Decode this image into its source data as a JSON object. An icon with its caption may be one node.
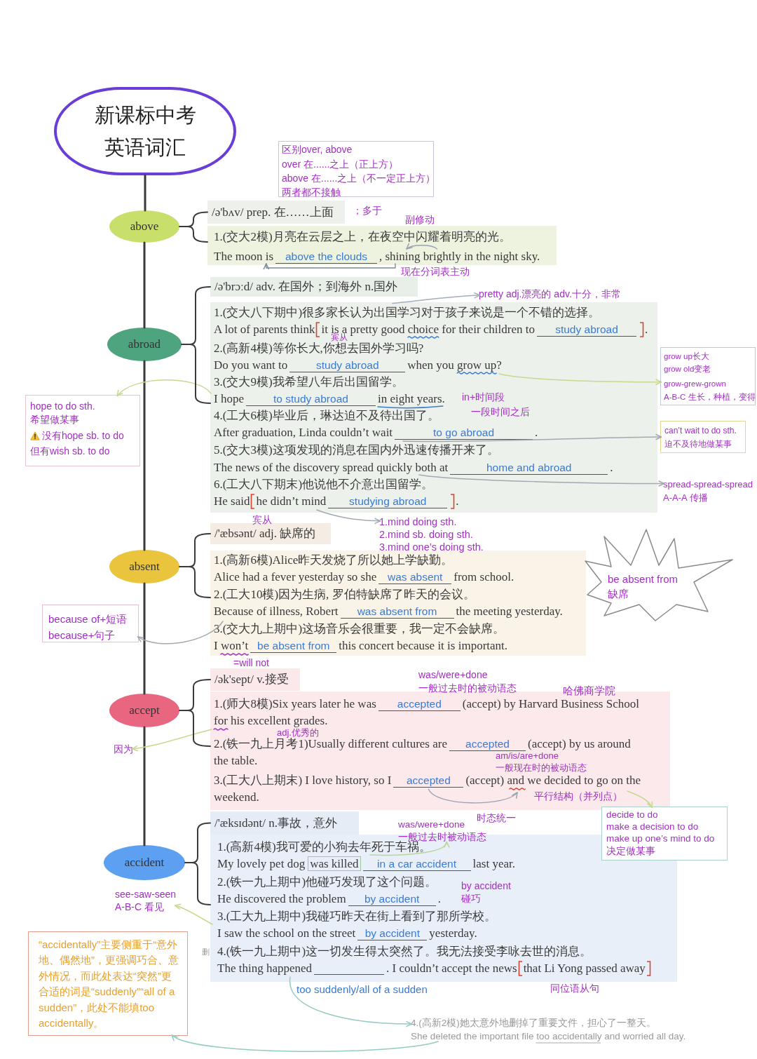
{
  "diagram": {
    "nodes": [
      {
        "text": [
          "新课标中考英语词汇"
        ]
      },
      {
        "text": [
          "above"
        ]
      },
      {
        "text": [
          "区别over, above",
          "over 在......之上（正上方）",
          "above 在......之上（不一定正上方）",
          "两者都不接触"
        ]
      },
      {
        "text": [
          "/ə'bʌv/ prep. 在……上面"
        ]
      },
      {
        "text": [
          "1.(交大2模)月亮在云层之上，在夜空中闪耀着明亮的光。",
          "The moon is",
          "above the clouds",
          ", shining brightly in the night sky."
        ]
      },
      {
        "text": [
          "abroad"
        ]
      },
      {
        "text": [
          "/ə'brɔːd/ adv. 在国外；到海外 n.国外"
        ]
      },
      {
        "text": [
          "pretty adj.漂亮的 adv.十分，非常"
        ]
      },
      {
        "text": [
          "1.(交大八下期中)很多家长认为出国学习对于孩子来说是一个不错的选择。",
          "A lot of parents think",
          "it is a pretty good choice for their children to",
          "study abroad",
          ".",
          "2.(高新4模)等你长大,你想去国外学习吗?",
          "Do you want to",
          "study abroad",
          "when you grow up?",
          "3.(交大9模)我希望八年后出国留学。",
          "I hope",
          "to study abroad",
          "in eight years.",
          "4.(工大6模)毕业后，琳达迫不及待出国了。",
          "After graduation, Linda couldn’t wait",
          "to go abroad",
          ".",
          "5.(交大3模)这项发现的消息在国内外迅速传播开来了。",
          "The news of the discovery spread quickly both at",
          "home and abroad",
          ".",
          "6.(工大八下期末)他说他不介意出国留学。",
          "He said",
          "he didn’t mind",
          "studying abroad",
          "."
        ]
      },
      {
        "text": [
          "grow up长大",
          "grow old变老",
          "grow-grew-grown",
          "A-B-C 生长，种植，变得"
        ]
      },
      {
        "text": [
          "hope to do sth.",
          "希望做某事",
          "没有hope sb. to do",
          "但有wish sb. to do"
        ]
      },
      {
        "text": [
          "can’t wait to do sth.",
          "迫不及待地做某事"
        ]
      },
      {
        "text": [
          "spread-spread-spread",
          "A-A-A 传播"
        ]
      },
      {
        "text": [
          "1.mind doing sth.",
          "2.mind sb. doing sth.",
          "3.mind one’s doing sth."
        ]
      },
      {
        "text": [
          "absent"
        ]
      },
      {
        "text": [
          "/'æbsənt/ adj. 缺席的"
        ]
      },
      {
        "text": [
          "1.(高新6模)Alice昨天发烧了所以她上学缺勤。",
          "Alice had a fever yesterday so she",
          "was absent",
          "from school.",
          "2.(工大10模)因为生病, 罗伯特缺席了昨天的会议。",
          "Because of illness, Robert",
          "was absent from",
          "the meeting yesterday.",
          "3.(交大九上期中)这场音乐会很重要，我一定不会缺席。",
          "I won’t",
          "be absent from",
          "this concert because it is important."
        ]
      },
      {
        "text": [
          "be absent from",
          "缺席"
        ]
      },
      {
        "text": [
          "because of+短语",
          "because+句子"
        ]
      },
      {
        "text": [
          "accept"
        ]
      },
      {
        "text": [
          "/ək'sept/ v.接受"
        ]
      },
      {
        "text": [
          "1.(师大8模)Six years later he was",
          "accepted",
          "(accept) by Harvard Business School",
          "for his excellent grades.",
          "2.(铁一九上月考1)Usually different cultures are",
          "accepted",
          "(accept) by us around",
          "the table.",
          "3.(工大八上期末) I love history, so I",
          "accepted",
          "(accept) and we decided to go on the",
          "weekend."
        ]
      },
      {
        "text": [
          "因为"
        ]
      },
      {
        "text": [
          "decide to do",
          "make a decision to do",
          "make up one’s mind to do",
          "决定做某事"
        ]
      },
      {
        "text": [
          "accident"
        ]
      },
      {
        "text": [
          "/'æksɪdənt/ n.事故，意外"
        ]
      },
      {
        "text": [
          "was/were+done",
          "一般过去时被动语态"
        ]
      },
      {
        "text": [
          "1.(高新4模)我可爱的小狗去年死于车祸。",
          "My lovely pet dog",
          "was killed",
          "in a car accident",
          "last year.",
          "2.(铁一九上期中)他碰巧发现了这个问题。",
          "He discovered the problem",
          "by accident",
          ".",
          "3.(工大九上期中)我碰巧昨天在街上看到了那所学校。",
          "I saw the school on the street",
          "by accident",
          "yesterday.",
          "4.(铁一九上期中)这一切发生得太突然了。我无法接受李咏去世的消息。",
          "The thing happened",
          ". I couldn’t accept the news",
          "that Li Yong passed away"
        ]
      },
      {
        "text": [
          "see-saw-seen",
          "A-B-C 看见"
        ]
      },
      {
        "text": [
          "“accidentally”主要侧重于“意外地、偶然地”，更强调巧合、意外情况，而此处表达“突然”更合适的词是“suddenly”“all of a sudden”，此处不能填too accidentally。"
        ]
      },
      {
        "text": [
          "4.(高新2模)她太意外地删掉了重要文件，担心了一整天。",
          "She deleted the important file too accidentally and worried all day."
        ]
      }
    ],
    "edges": [
      {
        "from": 0,
        "to": 1,
        "arrow": "none"
      },
      {
        "from": 1,
        "to": 5,
        "arrow": "none"
      },
      {
        "from": 5,
        "to": 14,
        "arrow": "none"
      },
      {
        "from": 14,
        "to": 19,
        "arrow": "none"
      },
      {
        "from": 19,
        "to": 24,
        "arrow": "none"
      },
      {
        "from": 1,
        "to": 3,
        "arrow": "none"
      },
      {
        "from": 1,
        "to": 4,
        "arrow": "none"
      },
      {
        "from": 5,
        "to": 6,
        "arrow": "none"
      },
      {
        "from": 5,
        "to": 8,
        "arrow": "none"
      },
      {
        "from": 14,
        "to": 15,
        "arrow": "none"
      },
      {
        "from": 14,
        "to": 16,
        "arrow": "none"
      },
      {
        "from": 19,
        "to": 20,
        "arrow": "none"
      },
      {
        "from": 19,
        "to": 21,
        "arrow": "none"
      },
      {
        "from": 24,
        "to": 25,
        "arrow": "none"
      },
      {
        "from": 24,
        "to": 27,
        "arrow": "none"
      },
      {
        "from": 8,
        "to": 7,
        "arrow": "to",
        "color": "#a3adbb"
      },
      {
        "from": 8,
        "to": 9,
        "arrow": "to",
        "color": "#c5d98f"
      },
      {
        "from": 8,
        "to": 10,
        "arrow": "to",
        "color": "#c5d98f"
      },
      {
        "from": 8,
        "to": 11,
        "arrow": "to",
        "color": "#a3a9b0"
      },
      {
        "from": 8,
        "to": 12,
        "arrow": "to",
        "color": "#a3a9b0"
      },
      {
        "from": 8,
        "to": 13,
        "arrow": "to",
        "color": "#a3a9b0"
      },
      {
        "from": 16,
        "to": 18,
        "arrow": "to",
        "color": "#a3a9b0"
      },
      {
        "from": 21,
        "to": 22,
        "arrow": "to",
        "color": "#c5d98f"
      },
      {
        "from": 21,
        "to": 23,
        "arrow": "to",
        "color": "#c5d98f"
      },
      {
        "from": 27,
        "to": 26,
        "arrow": "to",
        "color": "#b7d69a"
      },
      {
        "from": 27,
        "to": 28,
        "arrow": "to",
        "color": "#c5d98f"
      },
      {
        "from": 27,
        "to": 30,
        "arrow": "to",
        "color": "#94cbc3"
      },
      {
        "from": 30,
        "to": 29,
        "arrow": "to",
        "color": "#94cbc3"
      }
    ],
    "labels": [
      "；多于",
      "副修动",
      "现在分词表主动",
      "宾从",
      "in+时间段",
      "一段时间之后",
      "宾从",
      "=will not",
      "was/were+done",
      "一般过去时的被动语态",
      "哈佛商学院",
      "adj.优秀的",
      "am/is/are+done",
      "一般现在时的被动语态",
      "平行结构（并列点）",
      "时态统一",
      "by accident",
      "碰巧",
      "删",
      "too suddenly/all of a sudden",
      "同位语从句"
    ]
  }
}
